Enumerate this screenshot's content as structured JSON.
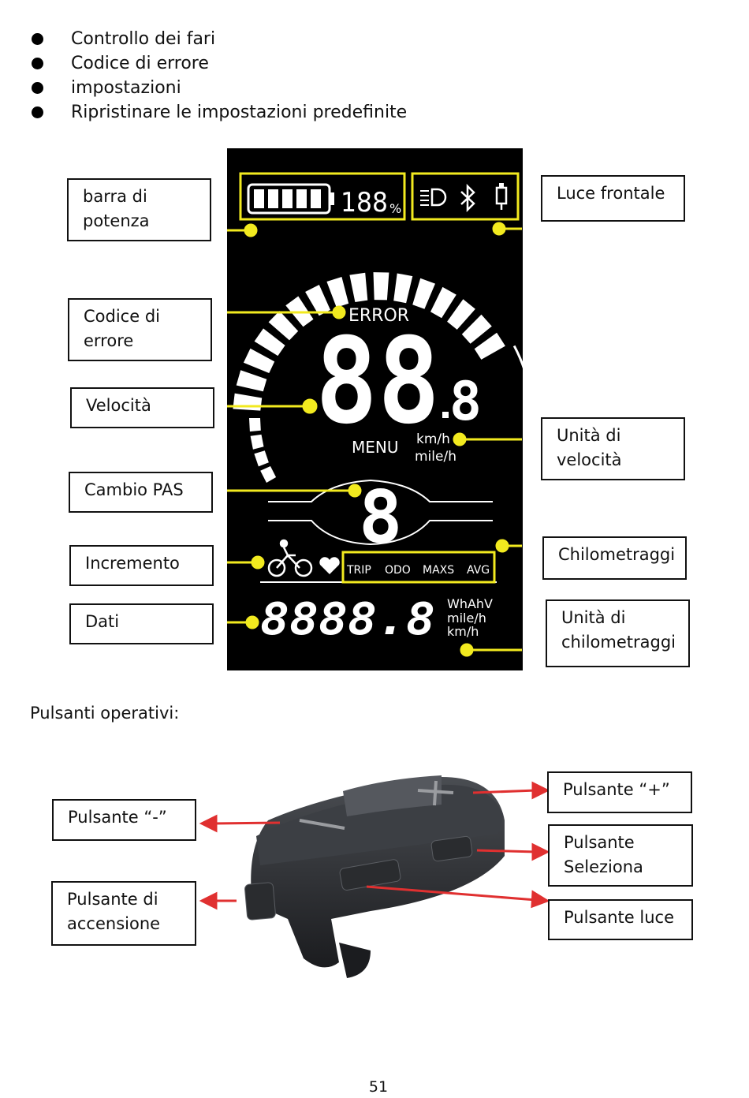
{
  "bullets": [
    "Controllo dei fari",
    "Codice di errore",
    "impostazioni",
    "Ripristinare le impostazioni predefinite"
  ],
  "display": {
    "battery_percent_text": "188",
    "percent_sign": "%",
    "error_text": "ERROR",
    "speed_digits": "88",
    "speed_decimal": "8",
    "menu_text": "MENU",
    "unit_kmh": "km/h",
    "unit_mileh": "mile/h",
    "pas_digit": "8",
    "modes": [
      "TRIP",
      "ODO",
      "MAXS",
      "AVG"
    ],
    "data_digits": "8888.8",
    "data_unit_1": "WhAhV",
    "data_unit_2": "mile/h",
    "data_unit_3": "km/h",
    "colors": {
      "screen": "#000000",
      "highlight": "#f2ea1f",
      "segment": "#ffffff"
    }
  },
  "labels": {
    "barra_potenza": "barra di\npotenza",
    "codice_errore": "Codice di\nerrore",
    "velocita": "Velocità",
    "cambio_pas": "Cambio PAS",
    "incremento": "Incremento",
    "dati": "Dati",
    "luce_frontale": "Luce frontale",
    "unita_velocita": "Unità di\nvelocità",
    "chilometraggi": "Chilometraggi",
    "unita_chilometraggi": "Unità di\nchilometraggi"
  },
  "section_title": "Pulsanti operativi:",
  "buttons": {
    "minus": "Pulsante “-”",
    "power": "Pulsante di\naccensione",
    "plus": "Pulsante “+”",
    "select": "Pulsante\nSeleziona",
    "light": "Pulsante luce"
  },
  "page_number": "51"
}
